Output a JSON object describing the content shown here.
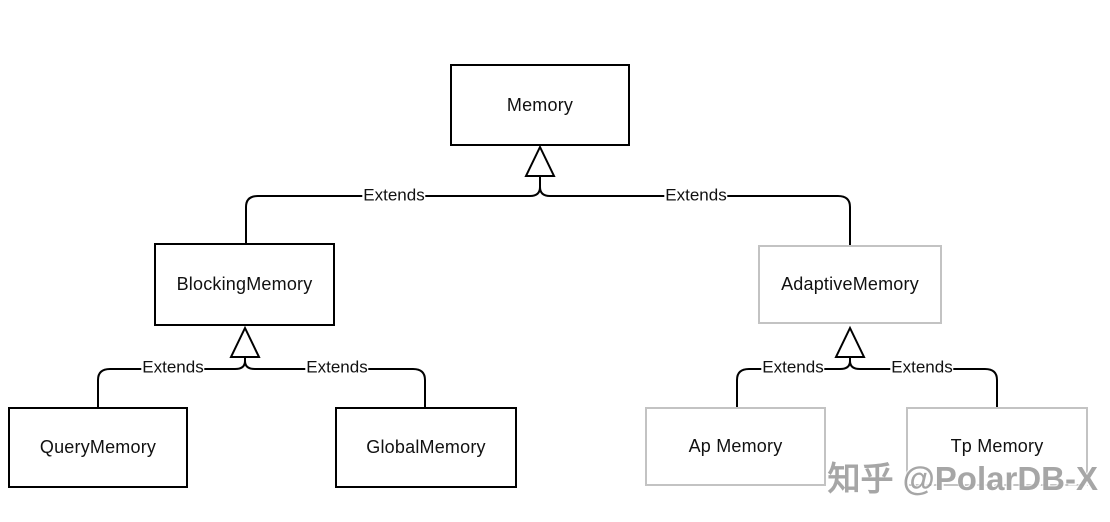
{
  "diagram": {
    "type": "uml-class-inheritance",
    "nodes": [
      {
        "id": "memory",
        "label": "Memory"
      },
      {
        "id": "blocking-memory",
        "label": "BlockingMemory"
      },
      {
        "id": "query-memory",
        "label": "QueryMemory"
      },
      {
        "id": "global-memory",
        "label": "GlobalMemory"
      },
      {
        "id": "adaptive-memory",
        "label": "AdaptiveMemory"
      },
      {
        "id": "ap-memory",
        "label": "Ap Memory"
      },
      {
        "id": "tp-memory",
        "label": "Tp Memory"
      }
    ],
    "edges": [
      {
        "from": "blocking-memory",
        "to": "memory",
        "label": "Extends"
      },
      {
        "from": "adaptive-memory",
        "to": "memory",
        "label": "Extends"
      },
      {
        "from": "query-memory",
        "to": "blocking-memory",
        "label": "Extends"
      },
      {
        "from": "global-memory",
        "to": "blocking-memory",
        "label": "Extends"
      },
      {
        "from": "ap-memory",
        "to": "adaptive-memory",
        "label": "Extends"
      },
      {
        "from": "tp-memory",
        "to": "adaptive-memory",
        "label": "Extends"
      }
    ],
    "colors": {
      "line": "#000000",
      "node_border_dark": "#000000",
      "node_border_light": "#c3c3c3",
      "background": "#ffffff",
      "watermark_gray": "#969696"
    }
  },
  "watermark": {
    "text": "知乎 @PolarDB-X"
  }
}
